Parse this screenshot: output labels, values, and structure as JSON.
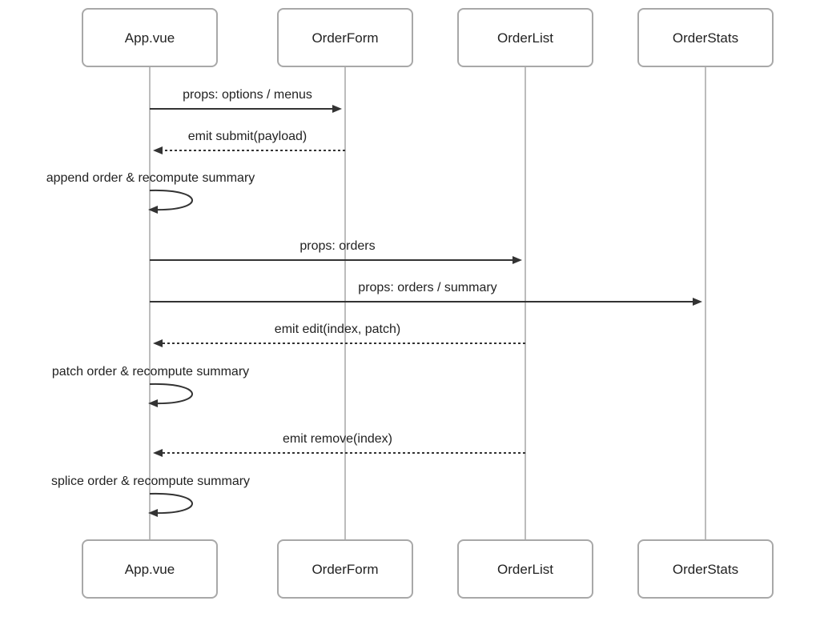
{
  "participants": [
    {
      "id": "app",
      "label": "App.vue"
    },
    {
      "id": "form",
      "label": "OrderForm"
    },
    {
      "id": "list",
      "label": "OrderList"
    },
    {
      "id": "stats",
      "label": "OrderStats"
    }
  ],
  "messages": [
    {
      "from": "app",
      "to": "form",
      "label": "props: options / menus",
      "style": "solid"
    },
    {
      "from": "form",
      "to": "app",
      "label": "emit submit(payload)",
      "style": "dashed"
    },
    {
      "from": "app",
      "to": "app",
      "label": "append order & recompute summary",
      "style": "self"
    },
    {
      "from": "app",
      "to": "list",
      "label": "props: orders",
      "style": "solid"
    },
    {
      "from": "app",
      "to": "stats",
      "label": "props: orders / summary",
      "style": "solid"
    },
    {
      "from": "list",
      "to": "app",
      "label": "emit edit(index, patch)",
      "style": "dashed"
    },
    {
      "from": "app",
      "to": "app",
      "label": "patch order & recompute summary",
      "style": "self"
    },
    {
      "from": "list",
      "to": "app",
      "label": "emit remove(index)",
      "style": "dashed"
    },
    {
      "from": "app",
      "to": "app",
      "label": "splice order & recompute summary",
      "style": "self"
    }
  ]
}
